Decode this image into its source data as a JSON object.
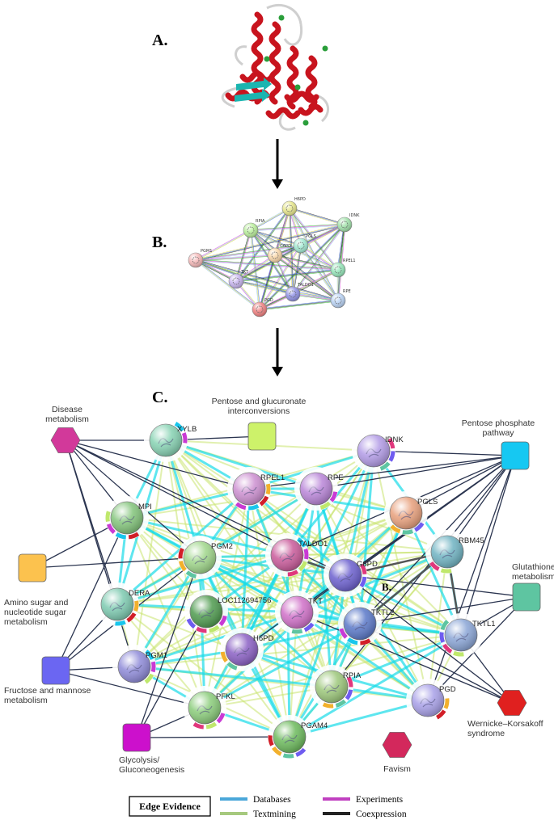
{
  "panels": {
    "a": "A.",
    "b": "B.",
    "c": "C."
  },
  "colors": {
    "helix": "#c8141e",
    "sheet": "#1bb5b0",
    "turn": "#2a9e3a",
    "coil": "#c9c9c9",
    "databases": "#4aa7d9",
    "textmining": "#a6c97e",
    "experiments": "#c040c0",
    "coexpression": "#222222",
    "edge_cyan": "#19dbe8",
    "edge_yellow": "#c8e36e",
    "edge_dark": "#2b3550"
  },
  "panel_b": {
    "nodes": [
      {
        "label": "H6PD"
      },
      {
        "label": "IDNK"
      },
      {
        "label": "RPIA"
      },
      {
        "label": "PGLS"
      },
      {
        "label": "RPEL1"
      },
      {
        "label": "PGM1"
      },
      {
        "label": "G6PD"
      },
      {
        "label": "TKT"
      },
      {
        "label": "TALDO1"
      },
      {
        "label": "RPE"
      },
      {
        "label": "PGD"
      }
    ]
  },
  "panel_c": {
    "categories": [
      {
        "label_lines": [
          "Pentose and glucuronate",
          "interconversions"
        ],
        "shape": "square",
        "color": "#cdf26a"
      },
      {
        "label_lines": [
          "Disease",
          "metabolism"
        ],
        "shape": "hexagon",
        "color": "#d2399a"
      },
      {
        "label_lines": [
          "Pentose phosphate",
          "pathway"
        ],
        "shape": "square",
        "color": "#16c8f2"
      },
      {
        "label_lines": [
          "Amino sugar and",
          "nucleotide sugar",
          "metabolism"
        ],
        "shape": "square",
        "color": "#fcc24e"
      },
      {
        "label_lines": [
          "Glutathione",
          "metabolism"
        ],
        "shape": "square",
        "color": "#5ec5a1"
      },
      {
        "label_lines": [
          "Fructose and mannose",
          "metabolism"
        ],
        "shape": "square",
        "color": "#6b66f2"
      },
      {
        "label_lines": [
          "Wernicke–Korsakoff",
          "syndrome"
        ],
        "shape": "hexagon",
        "color": "#e0201f"
      },
      {
        "label_lines": [
          "Glycolysis/",
          "Gluconeogenesis"
        ],
        "shape": "square",
        "color": "#cc10cc"
      },
      {
        "label_lines": [
          "Favism"
        ],
        "shape": "hexagon",
        "color": "#d3285c"
      }
    ],
    "proteins": [
      {
        "label": "XYLB"
      },
      {
        "label": "IDNK"
      },
      {
        "label": "RPEL1"
      },
      {
        "label": "RPE"
      },
      {
        "label": "PGLS"
      },
      {
        "label": "MPI"
      },
      {
        "label": "RBM45"
      },
      {
        "label": "PGM2"
      },
      {
        "label": "TALDO1"
      },
      {
        "label": "G6PD"
      },
      {
        "label": "DERA"
      },
      {
        "label": "LOC112694756"
      },
      {
        "label": "TKT"
      },
      {
        "label": "TKTL2"
      },
      {
        "label": "TKTL1"
      },
      {
        "label": "H6PD"
      },
      {
        "label": "PGM1"
      },
      {
        "label": "RPIA"
      },
      {
        "label": "PGD"
      },
      {
        "label": "PFKL"
      },
      {
        "label": "PGAM4"
      }
    ],
    "inner_label": "B."
  },
  "legend": {
    "title": "Edge Evidence",
    "items": [
      {
        "label": "Databases",
        "color": "#4aa7d9"
      },
      {
        "label": "Experiments",
        "color": "#c040c0"
      },
      {
        "label": "Textmining",
        "color": "#a6c97e"
      },
      {
        "label": "Coexpression",
        "color": "#222222"
      }
    ]
  }
}
